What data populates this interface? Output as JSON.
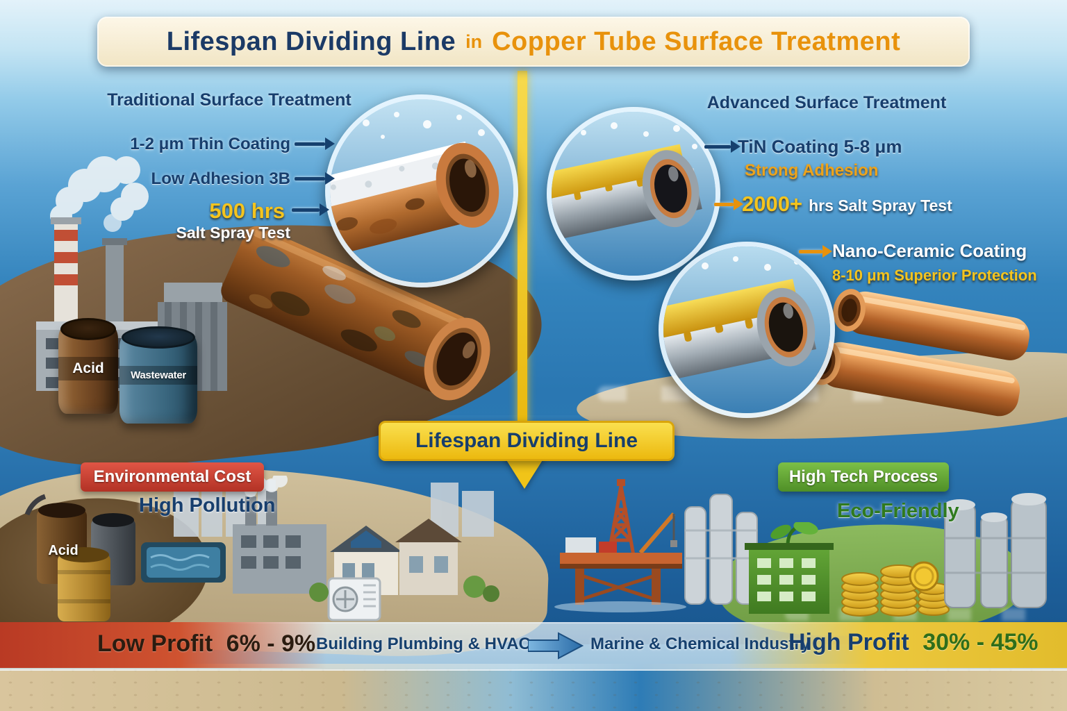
{
  "title": {
    "main": "Lifespan Dividing Line",
    "connector": "in",
    "accent": "Copper Tube Surface Treatment"
  },
  "left_panel": {
    "header": "Traditional Surface Treatment",
    "coating_label": "1-2 μm Thin Coating",
    "adhesion_label": "Low Adhesion 3B",
    "salt_spray_hours": "500 hrs",
    "salt_spray_label": "Salt Spray Test",
    "acid_barrel_label": "Acid",
    "wastewater_barrel_label": "Wastewater"
  },
  "right_panel": {
    "header": "Advanced Surface Treatment",
    "tin_coating_label": "TiN Coating 5-8 μm",
    "adhesion_label": "Strong Adhesion",
    "salt_spray_hours": "2000+",
    "salt_spray_label": "hrs Salt Spray Test",
    "nano_coating_label": "Nano-Ceramic Coating",
    "nano_coating_detail": "8-10 μm Superior Protection"
  },
  "divider": {
    "banner_label": "Lifespan Dividing Line"
  },
  "bottom_left": {
    "banner_label": "Environmental Cost",
    "subtitle": "High Pollution",
    "acid_barrel_label": "Acid",
    "profit_label": "Low Profit",
    "profit_value": "6% - 9%"
  },
  "bottom_right": {
    "banner_label": "High Tech Process",
    "subtitle": "Eco-Friendly",
    "profit_label": "High Profit",
    "profit_value": "30% - 45%"
  },
  "bottom_center": {
    "left_market": "Building Plumbing & HVAC",
    "right_market": "Marine & Chemical Industry"
  },
  "colors": {
    "accent_orange": "#e8920c",
    "navy": "#16406e",
    "highlight_yellow": "#f4c41e",
    "divider_yellow": "#eec21a",
    "cost_red": "#c0392b",
    "eco_green": "#55952c"
  }
}
